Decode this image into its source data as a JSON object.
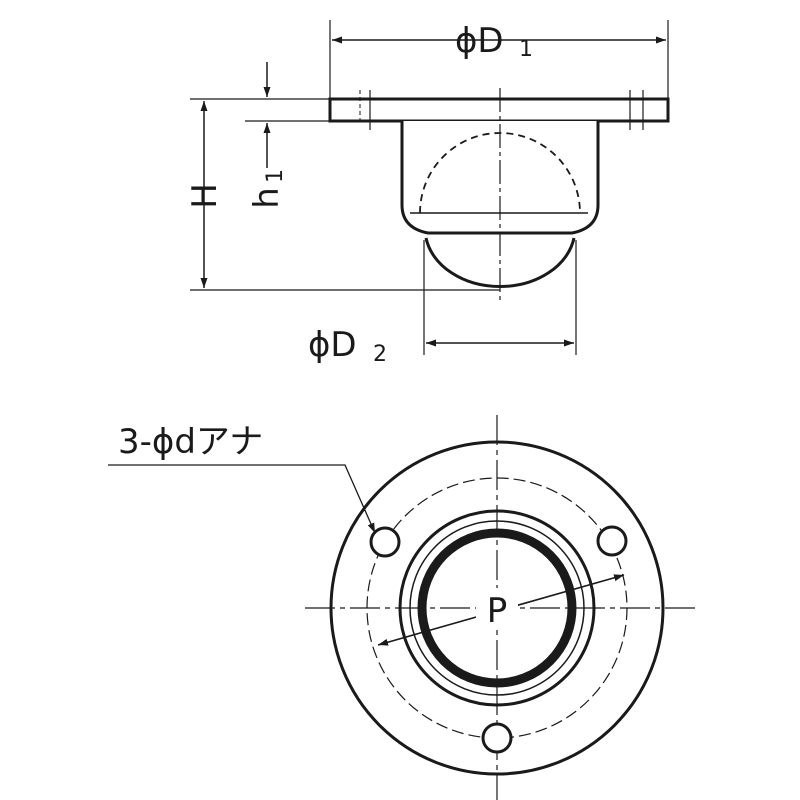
{
  "diagram": {
    "labels": {
      "d1": "ϕD",
      "d1_sub": "1",
      "h_total": "H",
      "h1": "h",
      "h1_sub": "1",
      "d2": "ϕD",
      "d2_sub": "2",
      "holes": "3-ϕdアナ",
      "pitch": "P"
    },
    "colors": {
      "line": "#1a1a1a",
      "background": "#ffffff"
    }
  }
}
